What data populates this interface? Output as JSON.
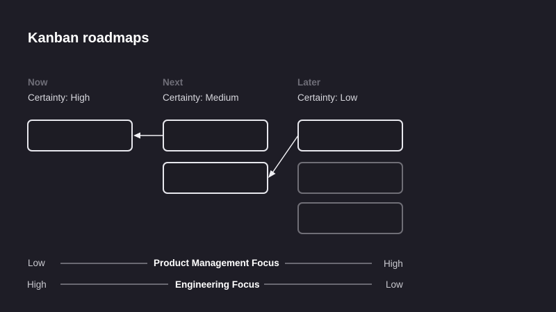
{
  "title": "Kanban roadmaps",
  "columns": [
    {
      "name": "Now",
      "certainty": "Certainty: High"
    },
    {
      "name": "Next",
      "certainty": "Certainty: Medium"
    },
    {
      "name": "Later",
      "certainty": "Certainty: Low"
    }
  ],
  "scales": [
    {
      "left": "Low",
      "title": "Product Management Focus",
      "right": "High"
    },
    {
      "left": "High",
      "title": "Engineering Focus",
      "right": "Low"
    }
  ],
  "colors": {
    "background": "#1e1d26",
    "card_border": "#e8e8ee",
    "card_border_dim": "#6f6e76"
  }
}
